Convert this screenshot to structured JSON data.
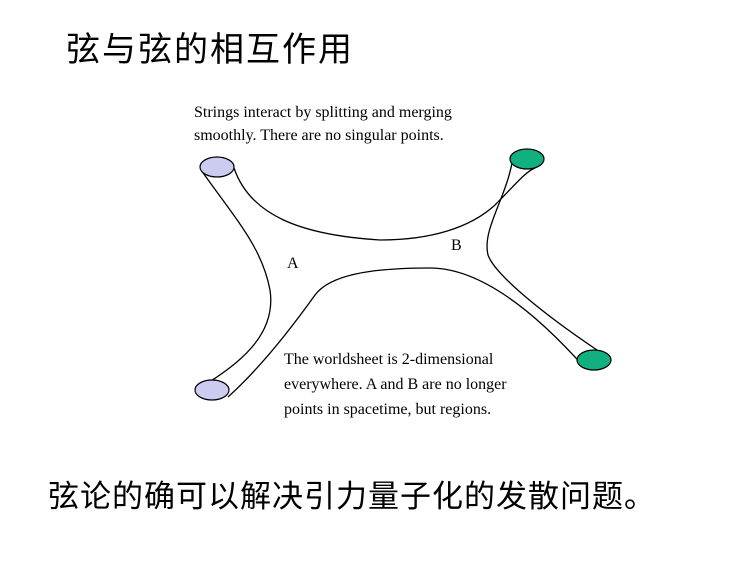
{
  "slide": {
    "title": "弦与弦的相互作用",
    "body": "弦论的确可以解决引力量子化的发散问题。"
  },
  "diagram": {
    "caption_top": [
      "Strings interact by splitting and merging",
      "smoothly. There are no singular points."
    ],
    "caption_bottom": [
      "The worldsheet is 2-dimensional",
      "everywhere. A and B are no longer",
      "points in spacetime, but regions."
    ],
    "label_a": "A",
    "label_b": "B",
    "colors": {
      "left_ends": "#ccccf0",
      "right_ends": "#10b080",
      "outline": "#000000"
    }
  }
}
